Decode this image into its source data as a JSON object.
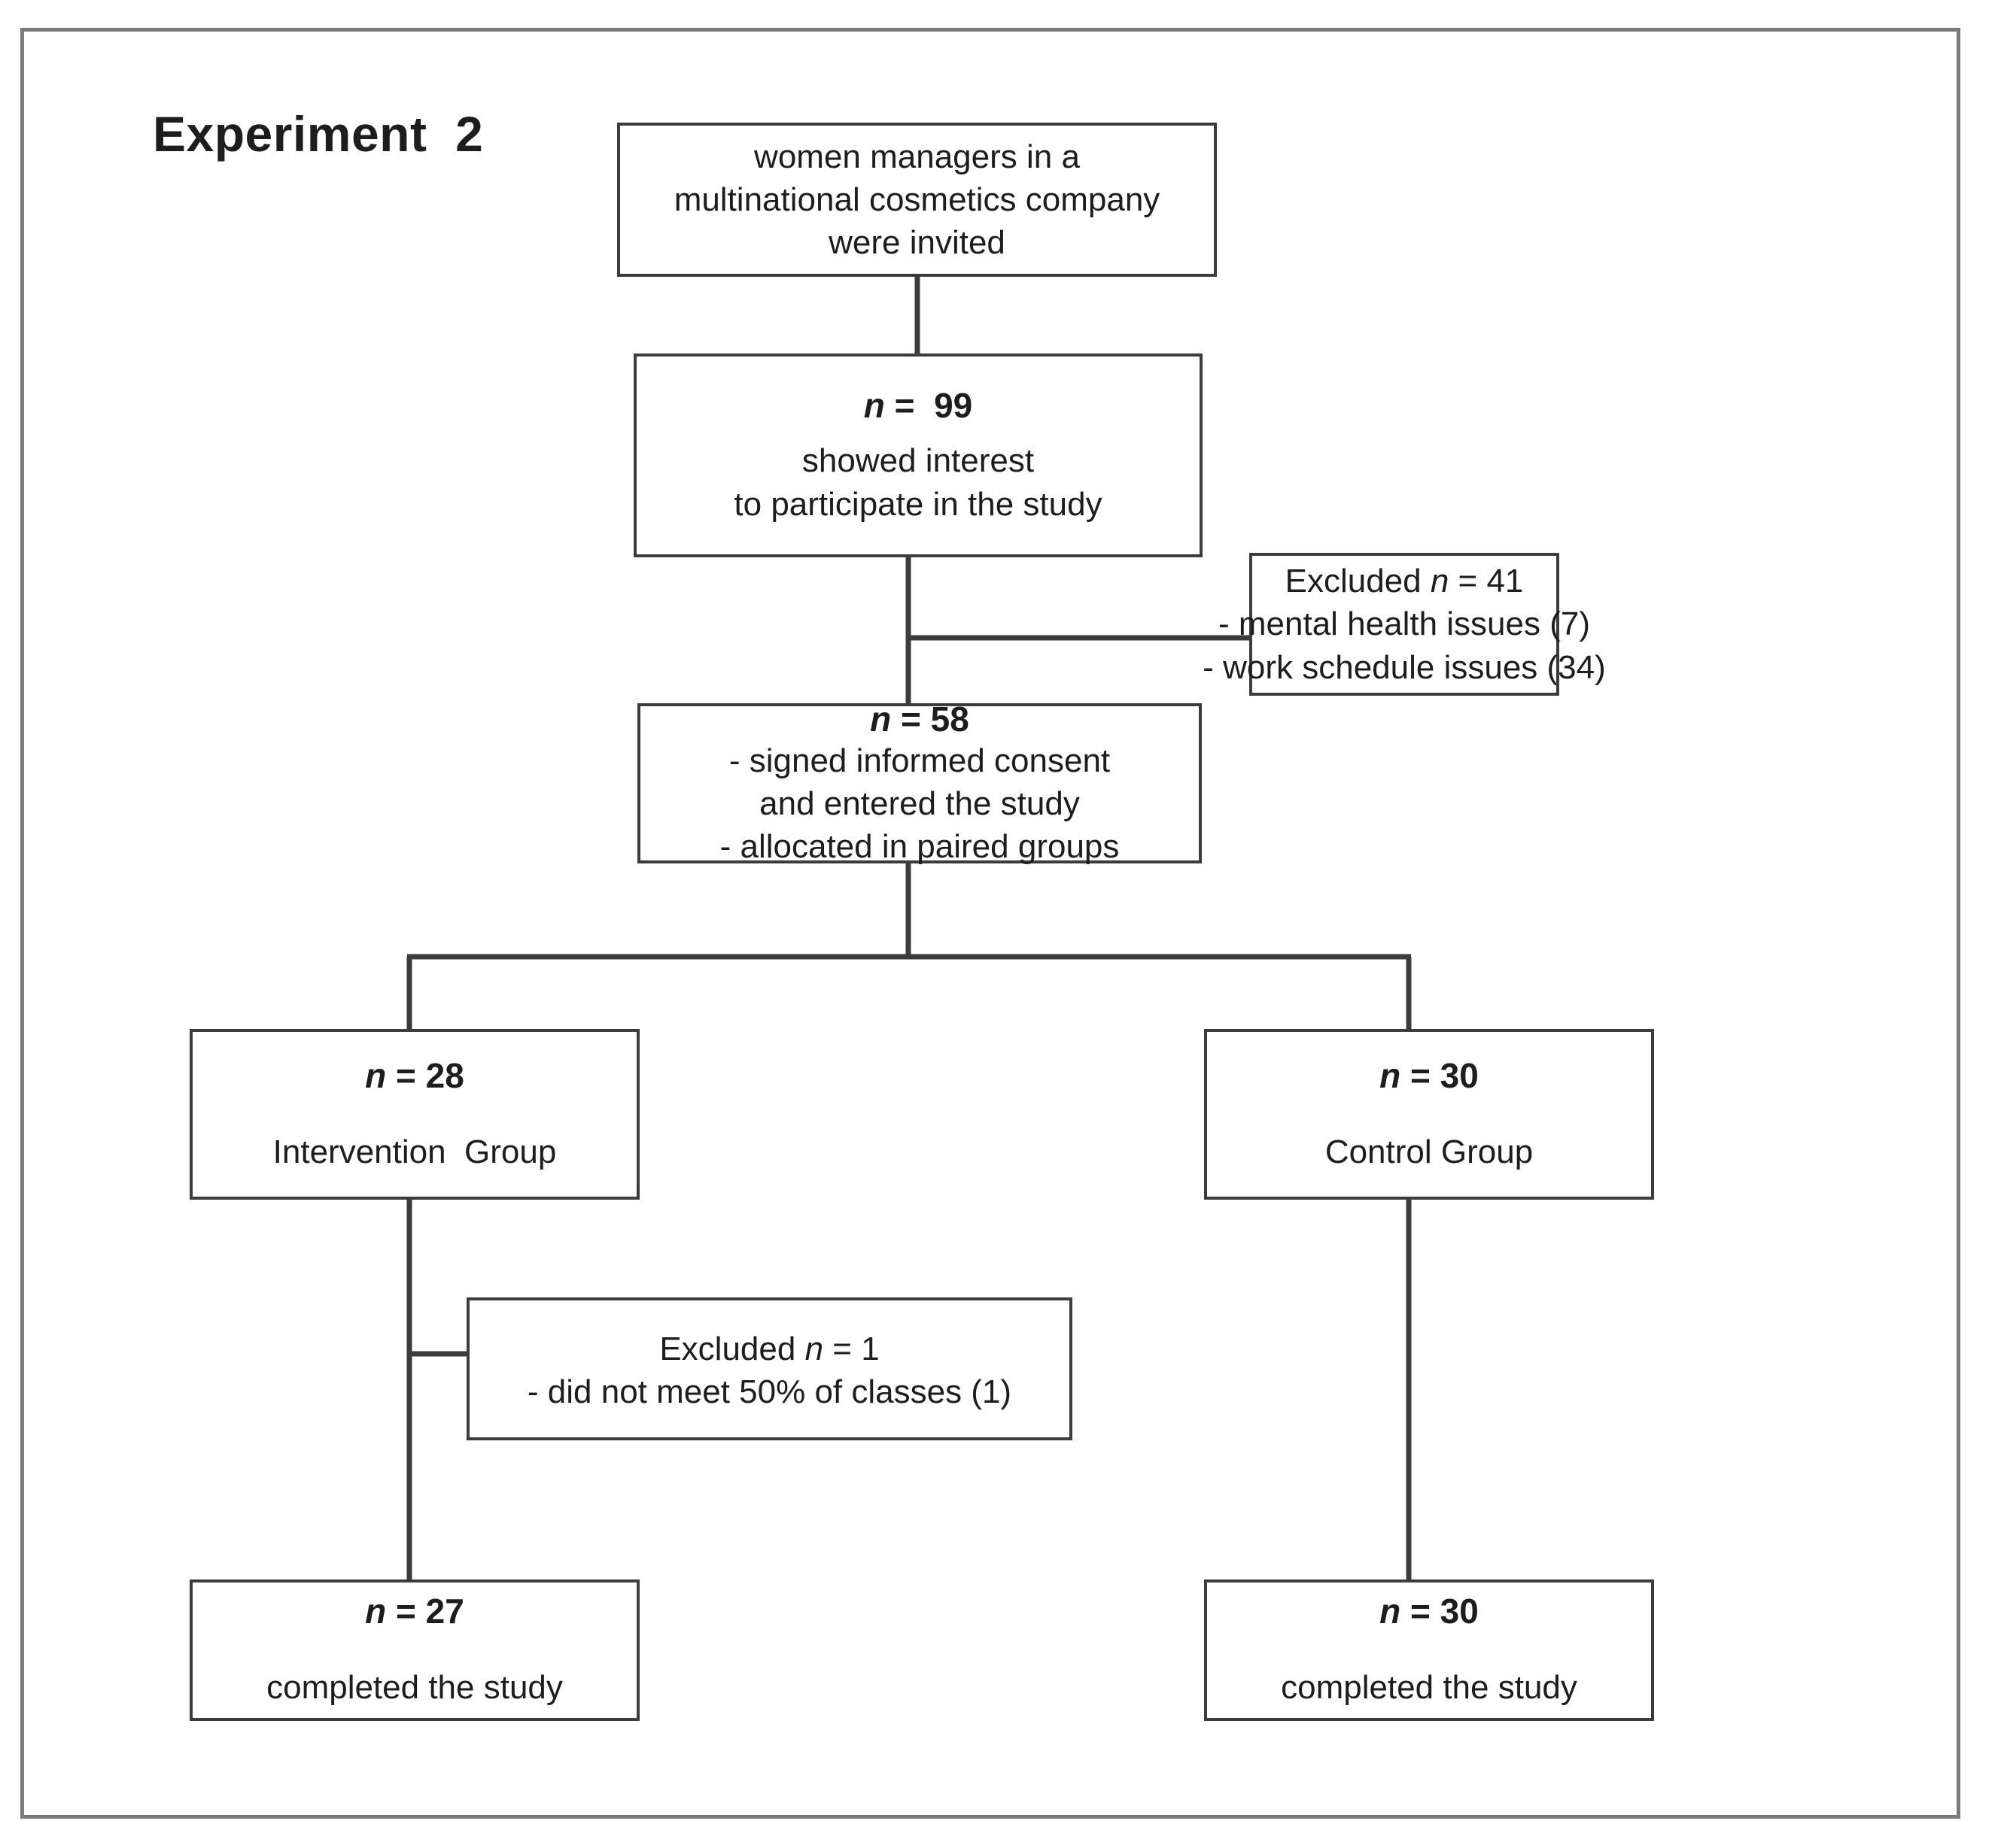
{
  "figure": {
    "title": "Experiment  2",
    "type": "CONSORT-style participant flow diagram"
  },
  "nodes": {
    "invited": {
      "line1": "women managers in a",
      "line2": "multinational cosmetics company",
      "line3": "were invited"
    },
    "interested": {
      "n_symbol": "n",
      "n_value": " =  99",
      "line1": "showed interest",
      "line2": "to participate in the study"
    },
    "excluded_top": {
      "header_prefix": "Excluded ",
      "header_n": "n",
      "header_value": " = 41",
      "line1": "- mental health issues (7)",
      "line2": "- work schedule issues (34)"
    },
    "consented": {
      "n_symbol": "n",
      "n_value": " = 58",
      "line1": "- signed informed consent",
      "line2": "and entered the study",
      "line3": "- allocated in paired groups"
    },
    "intervention": {
      "n_symbol": "n",
      "n_value": " = 28",
      "label": "Intervention  Group"
    },
    "control": {
      "n_symbol": "n",
      "n_value": " = 30",
      "label": "Control Group"
    },
    "excluded_intervention": {
      "header_prefix": "Excluded ",
      "header_n": "n",
      "header_value": " = 1",
      "line1": "- did not meet 50% of classes (1)"
    },
    "intervention_completed": {
      "n_symbol": "n",
      "n_value": " = 27",
      "label": "completed the study"
    },
    "control_completed": {
      "n_symbol": "n",
      "n_value": " = 30",
      "label": "completed the study"
    }
  },
  "colors": {
    "frame_border": "#7a7a7a",
    "box_border": "#3c3c3c",
    "connector": "#3c3c3c",
    "text": "#1d1d1d",
    "background": "#ffffff"
  }
}
